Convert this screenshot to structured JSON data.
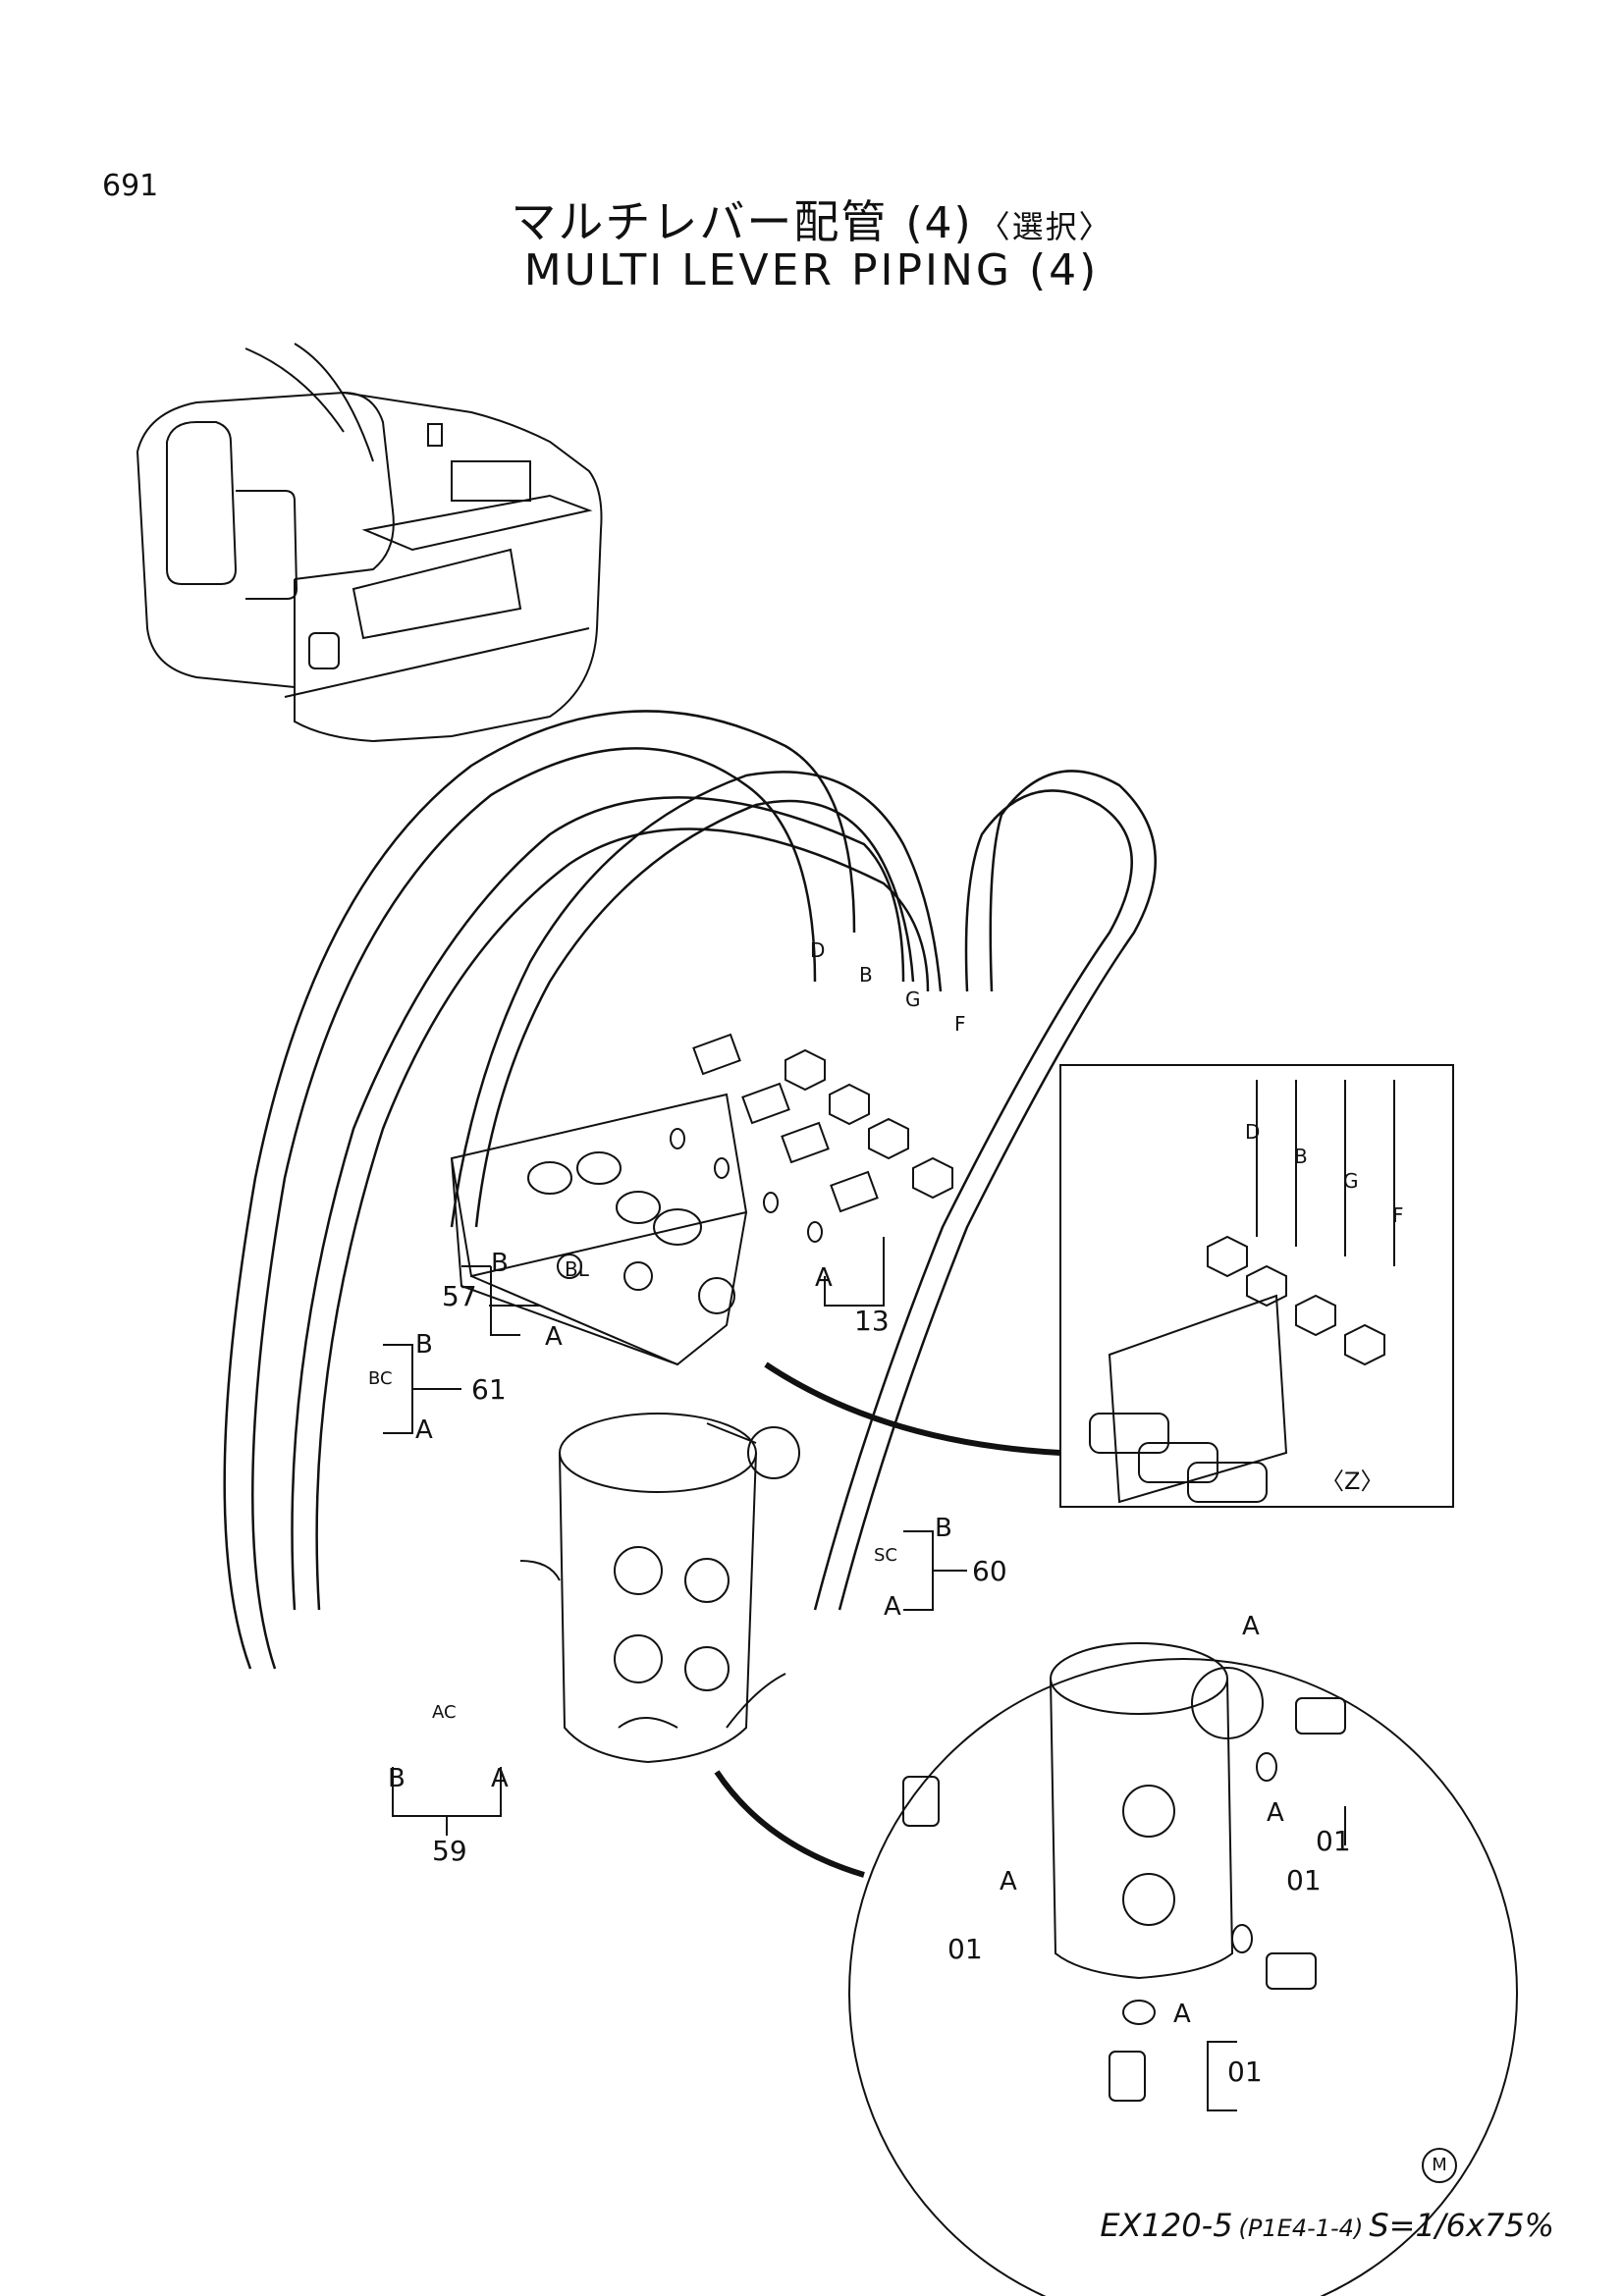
{
  "page_number": "691",
  "title": {
    "jp": "マルチレバー配管",
    "number": "(4)",
    "option": "〈選択〉",
    "en": "MULTI LEVER PIPING (4)"
  },
  "detail_view_label": "〈Z〉",
  "callouts": {
    "c57": "57",
    "c13": "13",
    "c61": "61",
    "c60": "60",
    "c59": "59",
    "c01a": "01",
    "c01b": "01",
    "c01c": "01",
    "c01d": "01"
  },
  "letters": {
    "B": "B",
    "A": "A",
    "BC": "BC",
    "SC": "SC",
    "AC": "AC",
    "BL": "BL",
    "D": "D",
    "G": "G",
    "F": "F"
  },
  "footer": {
    "model": "EX120-5",
    "ref": "(P1E4-1-4)",
    "scale": "S=1/6x75%",
    "mark": "M"
  }
}
